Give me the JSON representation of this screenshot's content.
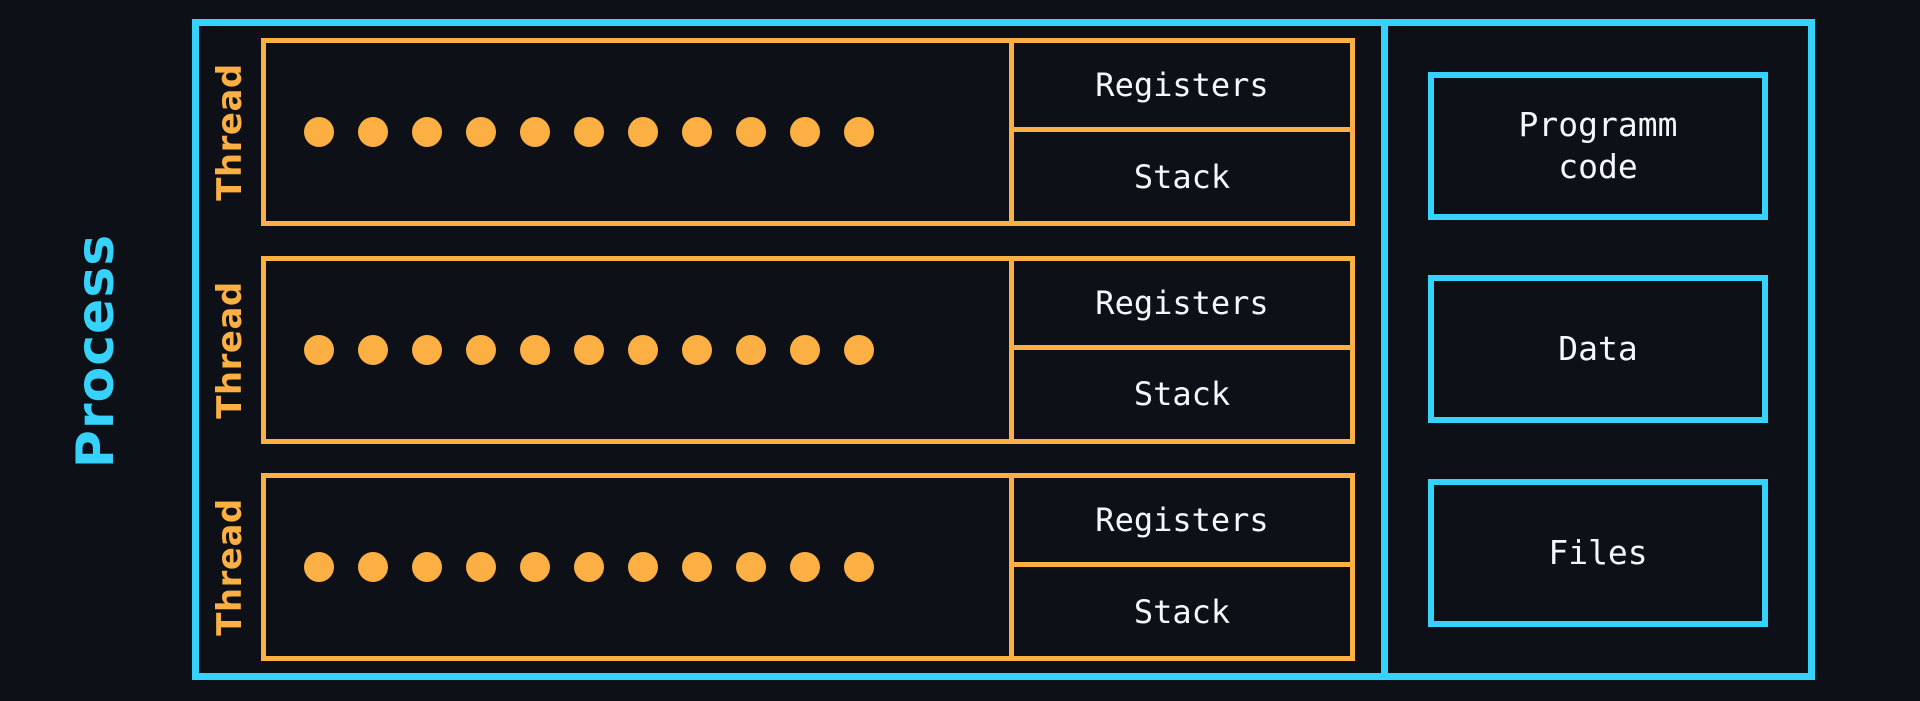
{
  "background_color": "#0d1117",
  "accent_cyan": "#35d3fb",
  "accent_orange": "#fcb043",
  "text_color": "#f5f7fa",
  "process": {
    "label": "Process"
  },
  "threads": [
    {
      "label": "Thread",
      "dot_count": 11,
      "registers_label": "Registers",
      "stack_label": "Stack"
    },
    {
      "label": "Thread",
      "dot_count": 11,
      "registers_label": "Registers",
      "stack_label": "Stack"
    },
    {
      "label": "Thread",
      "dot_count": 11,
      "registers_label": "Registers",
      "stack_label": "Stack"
    }
  ],
  "resources": [
    {
      "label": "Programm\ncode"
    },
    {
      "label": "Data"
    },
    {
      "label": "Files"
    }
  ],
  "chart_data": {
    "type": "diagram",
    "title": "Process and Thread memory model",
    "nodes": [
      {
        "id": "process",
        "label": "Process",
        "color": "#35d3fb",
        "role": "container-label"
      },
      {
        "id": "thread-1",
        "label": "Thread",
        "color": "#fcb043",
        "dots": 11,
        "children": [
          "Registers",
          "Stack"
        ]
      },
      {
        "id": "thread-2",
        "label": "Thread",
        "color": "#fcb043",
        "dots": 11,
        "children": [
          "Registers",
          "Stack"
        ]
      },
      {
        "id": "thread-3",
        "label": "Thread",
        "color": "#fcb043",
        "dots": 11,
        "children": [
          "Registers",
          "Stack"
        ]
      },
      {
        "id": "programm-code",
        "label": "Programm code",
        "color": "#35d3fb",
        "role": "shared-resource"
      },
      {
        "id": "data",
        "label": "Data",
        "color": "#35d3fb",
        "role": "shared-resource"
      },
      {
        "id": "files",
        "label": "Files",
        "color": "#35d3fb",
        "role": "shared-resource"
      }
    ]
  }
}
